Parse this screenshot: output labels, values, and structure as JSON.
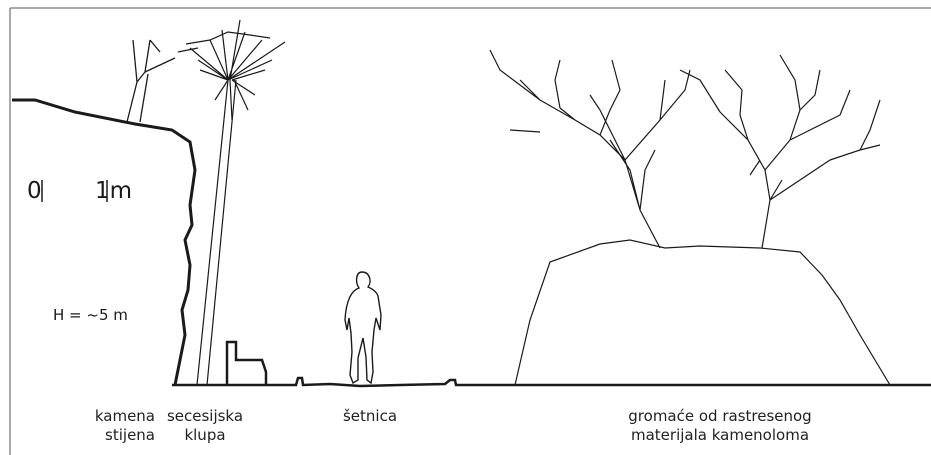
{
  "labels": {
    "rock": "kamena\nstijena",
    "bench": "secesijska\nklupa",
    "path": "šetnica",
    "mound": "gromaće od rastresenog\nmaterijala kamenoloma"
  },
  "scale": {
    "zero": "0",
    "one": "1m"
  },
  "height_note": "H = ~5 m",
  "colors": {
    "line": "#1a1a1a",
    "frame": "#555555",
    "background": "#ffffff"
  }
}
